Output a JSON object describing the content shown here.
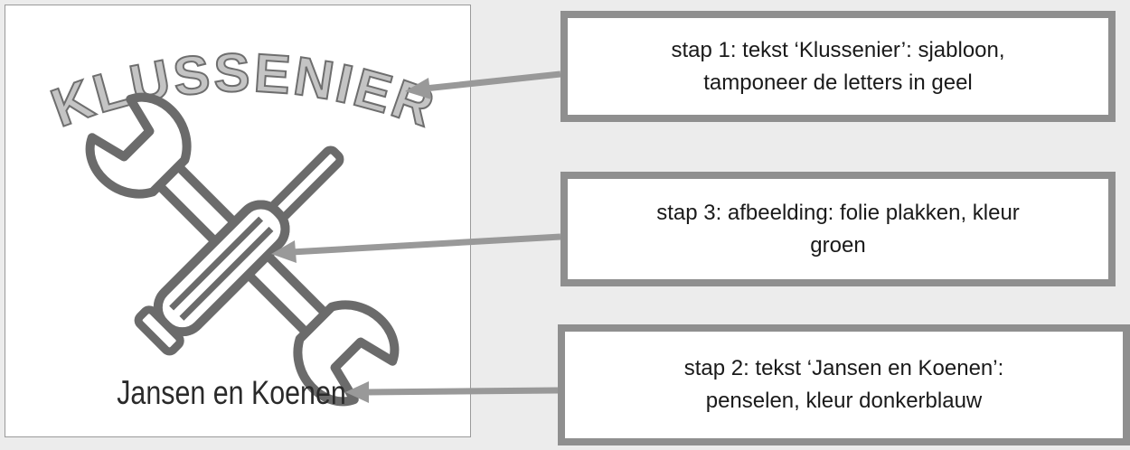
{
  "logo": {
    "title_text": "KLUSSENIER",
    "subtitle_text": "Jansen en Koenen",
    "colors": {
      "outline": "#6e6e6e",
      "fill": "#c4c4c4",
      "tool": "#6b6b6b"
    }
  },
  "callouts": [
    {
      "line1": "stap 1: tekst ‘Klussenier’: sjabloon,",
      "line2": "tamponeer de letters in geel"
    },
    {
      "line1": "stap 3: afbeelding: folie plakken, kleur",
      "line2": "groen"
    },
    {
      "line1": "stap 2: tekst ‘Jansen en Koenen’:",
      "line2": "penselen, kleur donkerblauw"
    }
  ],
  "arrow_color": "#999999"
}
